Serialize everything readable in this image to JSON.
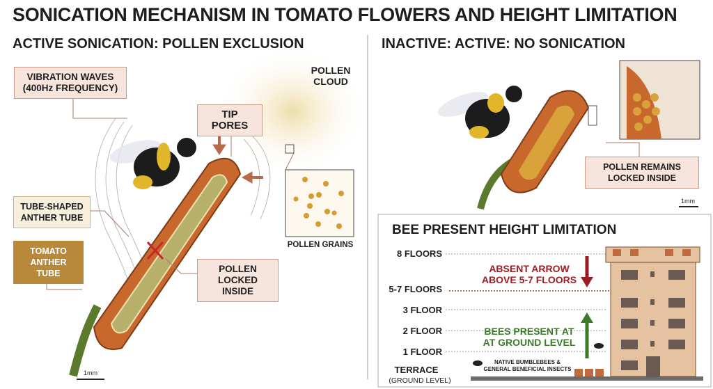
{
  "title": "SONICATION MECHANISM IN TOMATO FLOWERS AND HEIGHT LIMITATION",
  "left": {
    "heading": "ACTIVE SONICATION: POLLEN EXCLUSION",
    "vibration_label": [
      "VIBRATION WAVES",
      "(400Hz FREQUENCY)"
    ],
    "pollen_cloud": [
      "POLLEN",
      "CLOUD"
    ],
    "tip_pores": "TIP PORES",
    "tube_label": [
      "TUBE-SHAPED",
      "ANTHER TUBE"
    ],
    "tomato_label": [
      "TOMATO",
      "ANTHER TUBE"
    ],
    "locked_label": [
      "POLLEN",
      "LOCKED INSIDE"
    ],
    "grains_label": "POLLEN GRAINS",
    "scale": "1mm"
  },
  "right_top": {
    "heading": "INACTIVE: ACTIVE: NO SONICATION",
    "remains_label": [
      "POLLEN REMAINS",
      "LOCKED INSIDE"
    ],
    "scale": "1mm"
  },
  "height": {
    "heading": "BEE PRESENT HEIGHT LIMITATION",
    "floors": [
      "8 FLOORS",
      "5-7 FLOORS",
      "3 FLOOR",
      "2 FLOOR",
      "1 FLOOR",
      "TERRACE"
    ],
    "terrace_sub": "(GROUND LEVEL)",
    "absent_text": [
      "ABSENT ARROW",
      "ABOVE 5-7 FLOORS"
    ],
    "present_text": [
      "BEES PRESENT AT",
      "AT GROUND LEVEL"
    ],
    "insects_text": [
      "NATIVE BUMBLEBEES &",
      "GENERAL BENEFICIAL INSECTS"
    ]
  },
  "colors": {
    "absent": "#9b1c24",
    "present": "#3d7a2a",
    "label_bg": "#f7e4dc",
    "tomato_bg": "#b8893a",
    "anther": "#c8682c"
  }
}
